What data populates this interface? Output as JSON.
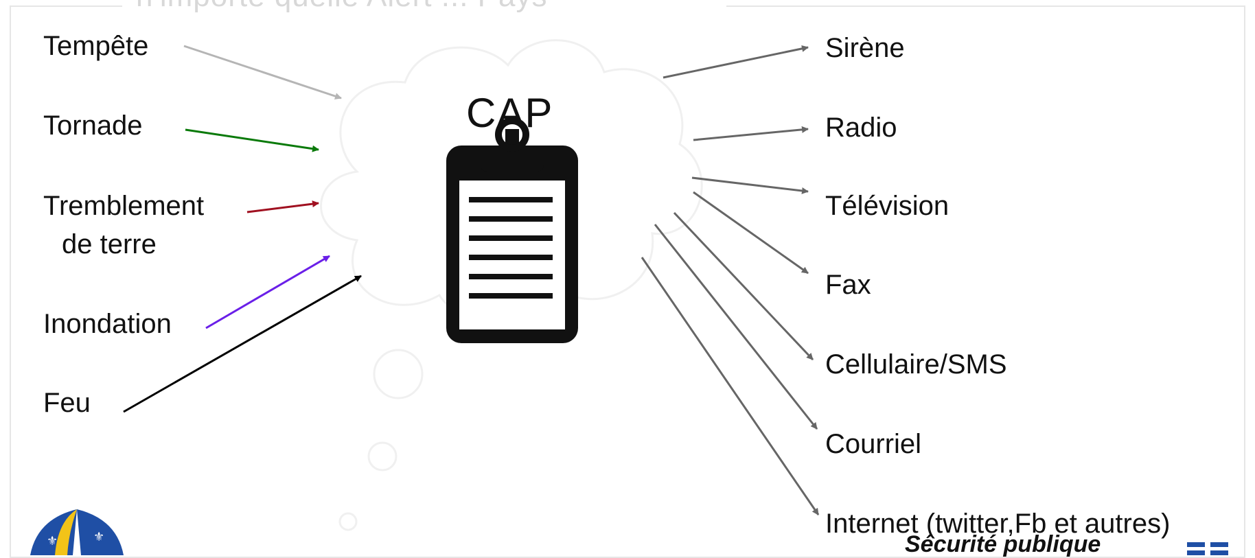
{
  "slide": {
    "title_partial": "n'importe quelle Alert ... Pays"
  },
  "inputs": [
    {
      "label": "Tempête",
      "arrow_color": "#b5b5b5"
    },
    {
      "label": "Tornade",
      "arrow_color": "#0a7a0a"
    },
    {
      "label_line1": "Tremblement",
      "label_line2": "de terre",
      "arrow_color": "#a01020"
    },
    {
      "label": "Inondation",
      "arrow_color": "#6a1fe8"
    },
    {
      "label": "Feu",
      "arrow_color": "#000000"
    }
  ],
  "center": {
    "label": "CAP",
    "icon": "clipboard-icon",
    "background_icon": "cloud-icon"
  },
  "outputs": [
    {
      "label": "Sirène"
    },
    {
      "label": "Radio"
    },
    {
      "label": "Télévision"
    },
    {
      "label": "Fax"
    },
    {
      "label": "Cellulaire/SMS"
    },
    {
      "label": "Courriel"
    },
    {
      "label": "Internet (twitter,Fb et autres)"
    }
  ],
  "output_arrow_color": "#666666",
  "footer": {
    "org_text": "Sécurité publique",
    "left_logo": "quebec-umbrella-logo",
    "right_logo": "quebec-flag-logo"
  }
}
